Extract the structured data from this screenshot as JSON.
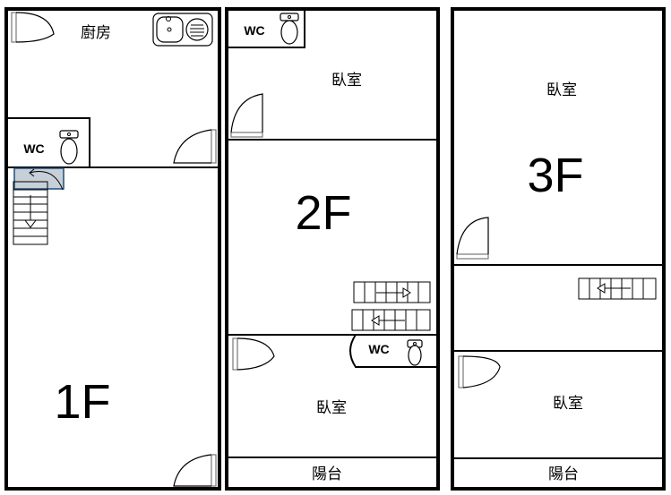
{
  "floors": {
    "f1": {
      "floor_label": "1F",
      "kitchen_label": "廚房",
      "wc_label": "WC"
    },
    "f2": {
      "floor_label": "2F",
      "wc_top_label": "WC",
      "bedroom_top_label": "臥室",
      "wc_mid_label": "WC",
      "bedroom_bottom_label": "臥室",
      "balcony_label": "陽台"
    },
    "f3": {
      "floor_label": "3F",
      "bedroom_top_label": "臥室",
      "bedroom_bottom_label": "臥室",
      "balcony_label": "陽台"
    }
  }
}
